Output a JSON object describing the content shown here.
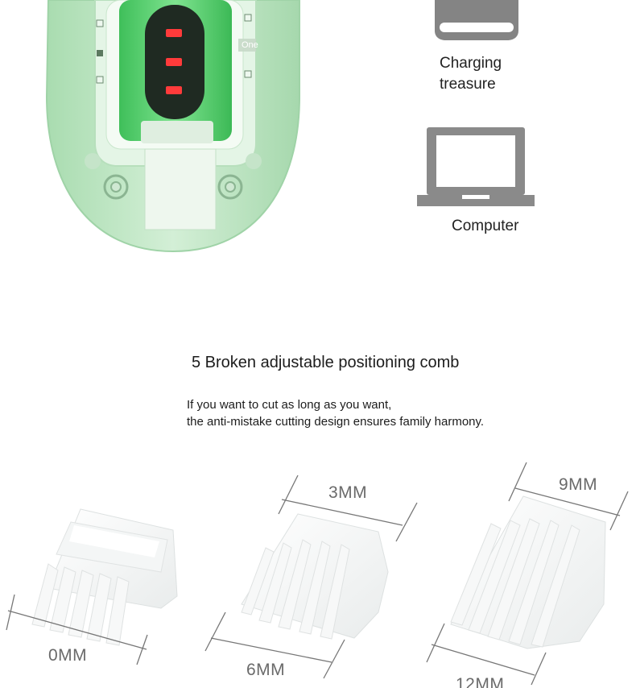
{
  "device": {
    "badge": "One",
    "indicator_color": "#ff3b3b",
    "body_color": "#bde6c2"
  },
  "charging_options": [
    {
      "icon": "power-bank-icon",
      "label_lines": [
        "Charging",
        "treasure"
      ]
    },
    {
      "icon": "laptop-icon",
      "label": "Computer"
    }
  ],
  "section": {
    "title": "5 Broken adjustable positioning comb",
    "description_lines": [
      "If you want to cut as long as you want,",
      "the anti-mistake cutting design ensures family harmony."
    ]
  },
  "combs": [
    {
      "name": "comb-0mm",
      "label": "0MM"
    },
    {
      "name": "comb-3mm-6mm",
      "top_label": "3MM",
      "bottom_label": "6MM"
    },
    {
      "name": "comb-9mm-12mm",
      "top_label": "9MM",
      "bottom_label": "12MM"
    }
  ]
}
